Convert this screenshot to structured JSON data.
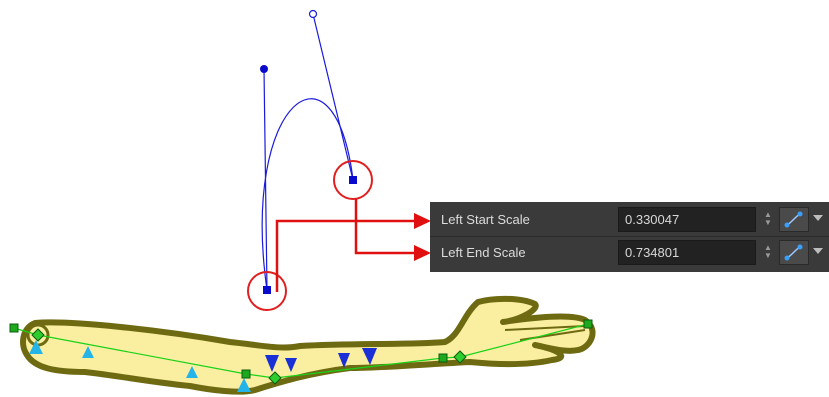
{
  "colors": {
    "bezier": "#1a1adf",
    "handle": "#0a0acc",
    "highlight_circle": "#e02020",
    "arrow": "#e01010",
    "arm_fill": "#faeea0",
    "arm_outline": "#6e6a12",
    "bone_line": "#19d219",
    "deformer_node": "#1ea81e",
    "pivot_diamond": "#2ecc2e",
    "up_marker": "#24b4e8",
    "down_marker": "#1a2fd6",
    "panel_bg": "#3a3a3a",
    "field_bg": "#222222"
  },
  "properties_panel": {
    "rows": [
      {
        "label": "Left Start Scale",
        "value": "0.330047",
        "spin_icon": "spinner-icon",
        "function_icon": "function-curve-icon",
        "dropdown_icon": "dropdown-arrow-icon"
      },
      {
        "label": "Left End Scale",
        "value": "0.734801",
        "spin_icon": "spinner-icon",
        "function_icon": "function-curve-icon",
        "dropdown_icon": "dropdown-arrow-icon"
      }
    ]
  }
}
